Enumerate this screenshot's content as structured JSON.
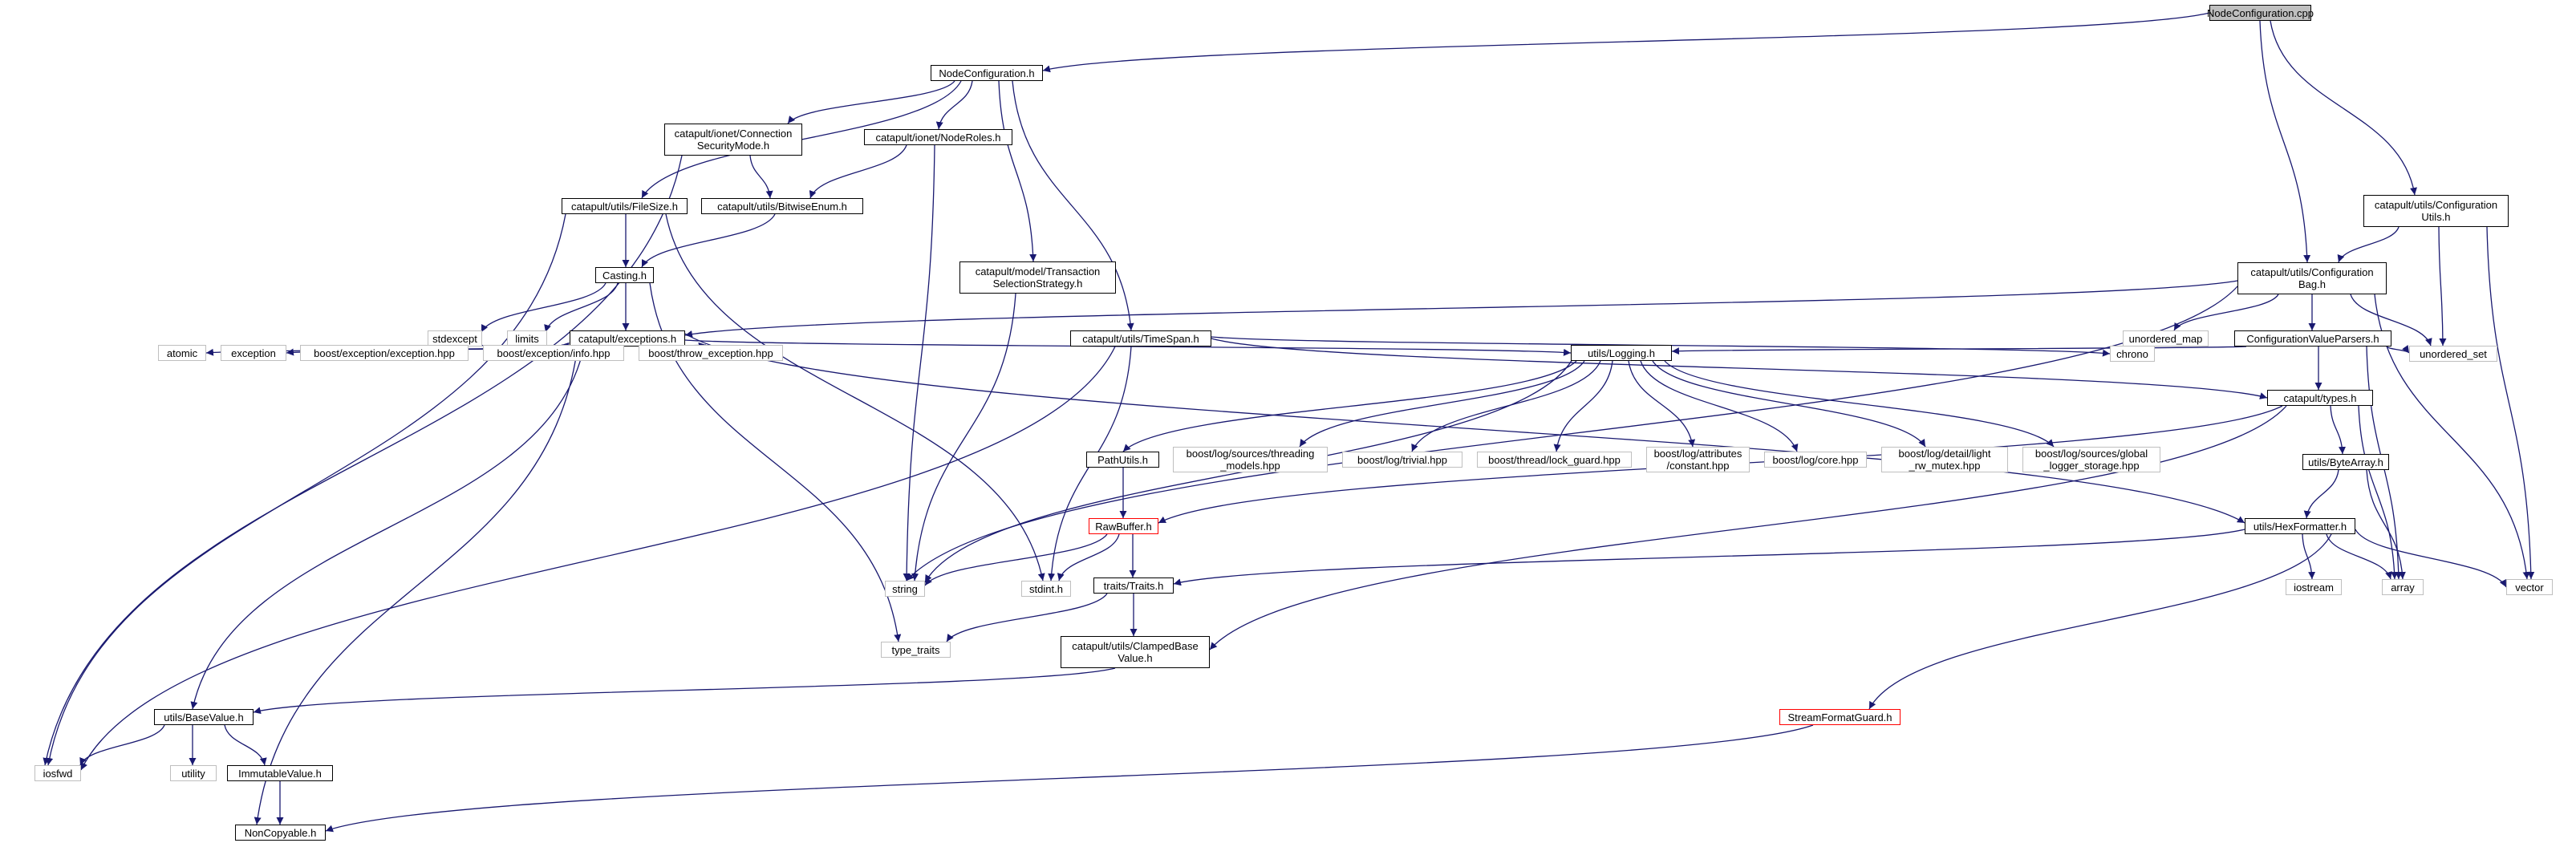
{
  "edge_color": "#191970",
  "node_border_color": "#000000",
  "system_header_border_color": "#bfbfbf",
  "missing_file_border_color": "#ff0000",
  "root_fill_color": "#bfbfbf",
  "nodes": [
    {
      "id": "NodeConfiguration_cpp",
      "label": "NodeConfiguration.cpp",
      "kind": "root"
    },
    {
      "id": "NodeConfiguration_h",
      "label": "NodeConfiguration.h",
      "kind": "file"
    },
    {
      "id": "ConnectionSecurityMode_h",
      "label": "catapult/ionet/Connection\nSecurityMode.h",
      "kind": "file"
    },
    {
      "id": "NodeRoles_h",
      "label": "catapult/ionet/NodeRoles.h",
      "kind": "file"
    },
    {
      "id": "FileSize_h",
      "label": "catapult/utils/FileSize.h",
      "kind": "file"
    },
    {
      "id": "BitwiseEnum_h",
      "label": "catapult/utils/BitwiseEnum.h",
      "kind": "file"
    },
    {
      "id": "Casting_h",
      "label": "Casting.h",
      "kind": "file"
    },
    {
      "id": "TransactionSelectionStrategy_h",
      "label": "catapult/model/Transaction\nSelectionStrategy.h",
      "kind": "file"
    },
    {
      "id": "stdexcept",
      "label": "stdexcept",
      "kind": "system"
    },
    {
      "id": "limits",
      "label": "limits",
      "kind": "system"
    },
    {
      "id": "exceptions_h",
      "label": "catapult/exceptions.h",
      "kind": "file"
    },
    {
      "id": "TimeSpan_h",
      "label": "catapult/utils/TimeSpan.h",
      "kind": "file"
    },
    {
      "id": "atomic",
      "label": "atomic",
      "kind": "system"
    },
    {
      "id": "exception",
      "label": "exception",
      "kind": "system"
    },
    {
      "id": "boost_exception",
      "label": "boost/exception/exception.hpp",
      "kind": "system"
    },
    {
      "id": "boost_info",
      "label": "boost/exception/info.hpp",
      "kind": "system"
    },
    {
      "id": "boost_throw",
      "label": "boost/throw_exception.hpp",
      "kind": "system"
    },
    {
      "id": "Logging_h",
      "label": "utils/Logging.h",
      "kind": "file"
    },
    {
      "id": "PathUtils_h",
      "label": "PathUtils.h",
      "kind": "file"
    },
    {
      "id": "boost_threading",
      "label": "boost/log/sources/threading\n_models.hpp",
      "kind": "system"
    },
    {
      "id": "boost_trivial",
      "label": "boost/log/trivial.hpp",
      "kind": "system"
    },
    {
      "id": "boost_lock_guard",
      "label": "boost/thread/lock_guard.hpp",
      "kind": "system"
    },
    {
      "id": "boost_constant",
      "label": "boost/log/attributes\n/constant.hpp",
      "kind": "system"
    },
    {
      "id": "boost_core",
      "label": "boost/log/core.hpp",
      "kind": "system"
    },
    {
      "id": "boost_light_rw",
      "label": "boost/log/detail/light\n_rw_mutex.hpp",
      "kind": "system"
    },
    {
      "id": "boost_global",
      "label": "boost/log/sources/global\n_logger_storage.hpp",
      "kind": "system"
    },
    {
      "id": "RawBuffer_h",
      "label": "RawBuffer.h",
      "kind": "missing"
    },
    {
      "id": "string",
      "label": "string",
      "kind": "system"
    },
    {
      "id": "stdint_h",
      "label": "stdint.h",
      "kind": "system"
    },
    {
      "id": "Traits_h",
      "label": "traits/Traits.h",
      "kind": "file"
    },
    {
      "id": "type_traits",
      "label": "type_traits",
      "kind": "system"
    },
    {
      "id": "ClampedBaseValue_h",
      "label": "catapult/utils/ClampedBase\nValue.h",
      "kind": "file"
    },
    {
      "id": "BaseValue_h",
      "label": "utils/BaseValue.h",
      "kind": "file"
    },
    {
      "id": "iosfwd",
      "label": "iosfwd",
      "kind": "system"
    },
    {
      "id": "utility",
      "label": "utility",
      "kind": "system"
    },
    {
      "id": "ImmutableValue_h",
      "label": "ImmutableValue.h",
      "kind": "file"
    },
    {
      "id": "NonCopyable_h",
      "label": "NonCopyable.h",
      "kind": "file"
    },
    {
      "id": "ConfigurationUtils_h",
      "label": "catapult/utils/Configuration\nUtils.h",
      "kind": "file"
    },
    {
      "id": "ConfigurationBag_h",
      "label": "catapult/utils/Configuration\nBag.h",
      "kind": "file"
    },
    {
      "id": "unordered_map",
      "label": "unordered_map",
      "kind": "system"
    },
    {
      "id": "ConfigurationValueParsers_h",
      "label": "ConfigurationValueParsers.h",
      "kind": "file"
    },
    {
      "id": "unordered_set",
      "label": "unordered_set",
      "kind": "system"
    },
    {
      "id": "chrono",
      "label": "chrono",
      "kind": "system"
    },
    {
      "id": "types_h",
      "label": "catapult/types.h",
      "kind": "file"
    },
    {
      "id": "ByteArray_h",
      "label": "utils/ByteArray.h",
      "kind": "file"
    },
    {
      "id": "HexFormatter_h",
      "label": "utils/HexFormatter.h",
      "kind": "file"
    },
    {
      "id": "iostream",
      "label": "iostream",
      "kind": "system"
    },
    {
      "id": "array",
      "label": "array",
      "kind": "system"
    },
    {
      "id": "vector",
      "label": "vector",
      "kind": "system"
    },
    {
      "id": "StreamFormatGuard_h",
      "label": "StreamFormatGuard.h",
      "kind": "missing"
    }
  ]
}
